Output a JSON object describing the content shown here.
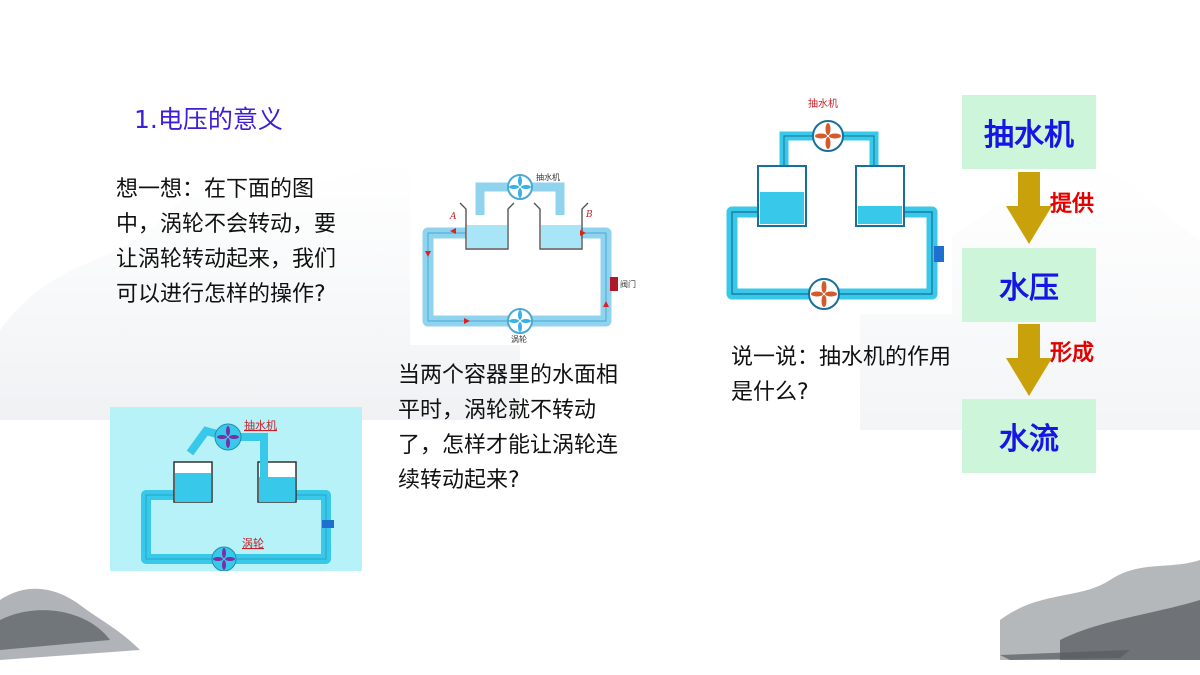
{
  "section_title": "1.电压的意义",
  "think_text": "想一想：在下面的图中，涡轮不会转动，要让涡轮转动起来，我们可以进行怎样的操作?",
  "middle_text": "当两个容器里的水面相平时，涡轮就不转动了，怎样才能让涡轮连续转动起来?",
  "say_text": "说一说：抽水机的作用是什么?",
  "diagram_left": {
    "pump_label": "抽水机",
    "turbine_label": "涡轮"
  },
  "diagram_middle": {
    "pump_label": "抽水机",
    "label_a": "A",
    "label_b": "B",
    "valve_label": "阀门",
    "turbine_label": "涡轮"
  },
  "diagram_right": {
    "pump_label": "抽水机"
  },
  "flow": {
    "boxes": [
      "抽水机",
      "水压",
      "水流"
    ],
    "arrows": [
      "提供",
      "形成"
    ],
    "box_text_color": "#1515e6",
    "box_bg_color": "#ccf5d9",
    "arrow_color": "#c9a10a",
    "arrow_label_color": "#e30000"
  },
  "colors": {
    "title": "#3d1fd6",
    "water": "#38c8ea",
    "pipe": "#59b2e0"
  }
}
